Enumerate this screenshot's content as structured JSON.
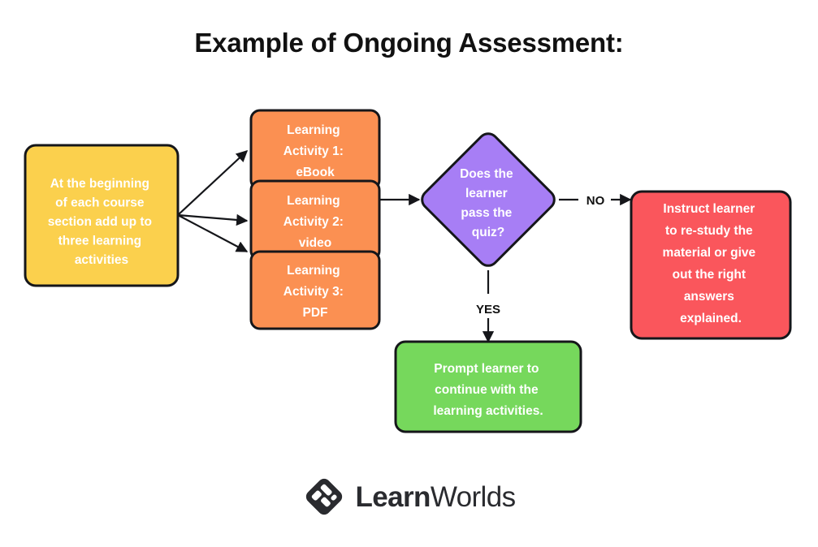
{
  "page": {
    "title": "Example of Ongoing Assessment:",
    "background": "#ffffff"
  },
  "colors": {
    "yellow": "#FBD04D",
    "orange": "#FB9052",
    "purple": "#A77EF5",
    "red": "#FA565C",
    "green": "#76D85C",
    "outline": "#15161a",
    "node_text": "#ffffff",
    "label_text": "#111111",
    "logo": "#2a2b2f"
  },
  "nodes": {
    "start": {
      "id": "start",
      "shape": "rounded-rect",
      "color": "#FBD04D",
      "lines": [
        "At the beginning",
        "of each course",
        "section add up to",
        "three learning",
        "activities"
      ]
    },
    "activity1": {
      "id": "activity1",
      "shape": "rounded-rect",
      "color": "#FB9052",
      "lines": [
        "Learning",
        "Activity 1:",
        "eBook"
      ]
    },
    "activity2": {
      "id": "activity2",
      "shape": "rounded-rect",
      "color": "#FB9052",
      "lines": [
        "Learning",
        "Activity 2:",
        "video"
      ]
    },
    "activity3": {
      "id": "activity3",
      "shape": "rounded-rect",
      "color": "#FB9052",
      "lines": [
        "Learning",
        "Activity 3:",
        "PDF"
      ]
    },
    "decision": {
      "id": "decision",
      "shape": "diamond",
      "color": "#A77EF5",
      "lines": [
        "Does the",
        "learner",
        "pass the",
        "quiz?"
      ]
    },
    "fail": {
      "id": "fail",
      "shape": "rounded-rect",
      "color": "#FA565C",
      "lines": [
        "Instruct learner",
        "to re-study the",
        "material or give",
        "out the right",
        "answers",
        "explained."
      ]
    },
    "pass": {
      "id": "pass",
      "shape": "rounded-rect",
      "color": "#76D85C",
      "lines": [
        "Prompt learner to",
        "continue with the",
        "learning activities."
      ]
    }
  },
  "edges": {
    "no_label": "NO",
    "yes_label": "YES"
  },
  "logo": {
    "mark": "learnworlds-diamond-mark",
    "word_bold": "Learn",
    "word_light": "Worlds"
  }
}
